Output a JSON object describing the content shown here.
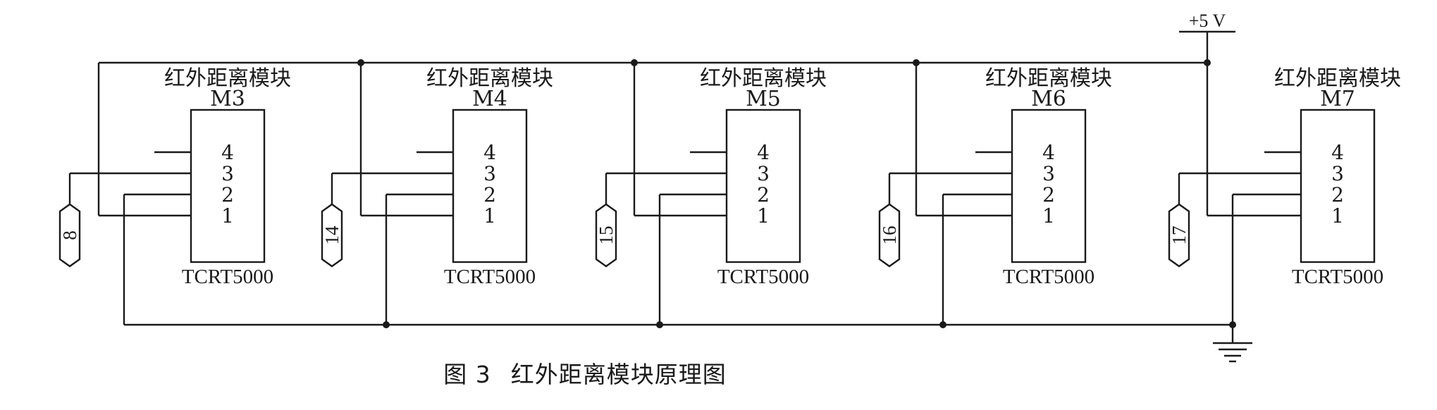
{
  "supply_label": "+5 V",
  "caption": {
    "figure_number": "图 3",
    "title": "红外距离模块原理图"
  },
  "modules": [
    {
      "title": "红外距离模块",
      "id": "M3",
      "part": "TCRT5000",
      "pins": [
        "4",
        "3",
        "2",
        "1"
      ],
      "net": "8"
    },
    {
      "title": "红外距离模块",
      "id": "M4",
      "part": "TCRT5000",
      "pins": [
        "4",
        "3",
        "2",
        "1"
      ],
      "net": "14"
    },
    {
      "title": "红外距离模块",
      "id": "M5",
      "part": "TCRT5000",
      "pins": [
        "4",
        "3",
        "2",
        "1"
      ],
      "net": "15"
    },
    {
      "title": "红外距离模块",
      "id": "M6",
      "part": "TCRT5000",
      "pins": [
        "4",
        "3",
        "2",
        "1"
      ],
      "net": "16"
    },
    {
      "title": "红外距离模块",
      "id": "M7",
      "part": "TCRT5000",
      "pins": [
        "4",
        "3",
        "2",
        "1"
      ],
      "net": "17"
    }
  ]
}
